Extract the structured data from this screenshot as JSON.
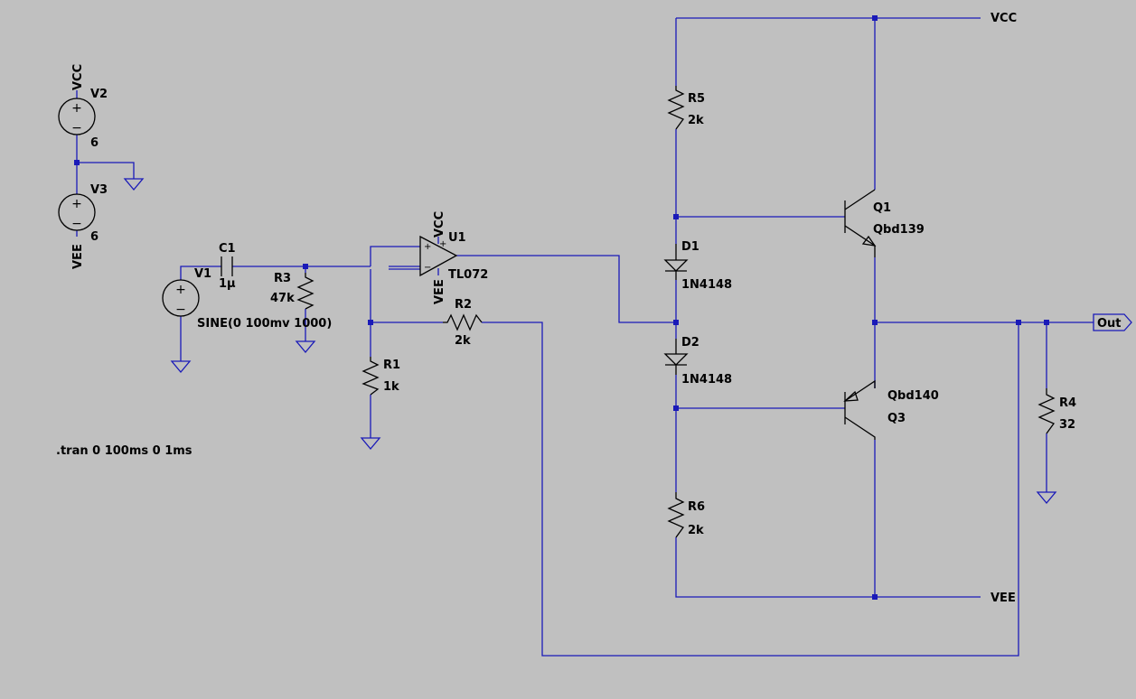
{
  "nets": {
    "vcc": "VCC",
    "vee": "VEE",
    "out": "Out"
  },
  "directive": ".tran 0 100ms 0 1ms",
  "components": {
    "V2": {
      "ref": "V2",
      "value": "6",
      "net": "VCC"
    },
    "V3": {
      "ref": "V3",
      "value": "6",
      "net": "VEE"
    },
    "V1": {
      "ref": "V1",
      "value": "SINE(0 100mv 1000)"
    },
    "C1": {
      "ref": "C1",
      "value": "1µ"
    },
    "R3": {
      "ref": "R3",
      "value": "47k"
    },
    "U1": {
      "ref": "U1",
      "value": "TL072",
      "pos_pin": "VCC",
      "neg_pin": "VEE"
    },
    "R2": {
      "ref": "R2",
      "value": "2k"
    },
    "R1": {
      "ref": "R1",
      "value": "1k"
    },
    "R5": {
      "ref": "R5",
      "value": "2k"
    },
    "D1": {
      "ref": "D1",
      "value": "1N4148"
    },
    "D2": {
      "ref": "D2",
      "value": "1N4148"
    },
    "R6": {
      "ref": "R6",
      "value": "2k"
    },
    "Q1": {
      "ref": "Q1",
      "value": "Qbd139"
    },
    "Q3": {
      "ref": "Q3",
      "value": "Qbd140"
    },
    "R4": {
      "ref": "R4",
      "value": "32"
    }
  },
  "colors": {
    "background": "#c0c0c0",
    "wire": "#1a1ab8",
    "component": "#000000"
  }
}
